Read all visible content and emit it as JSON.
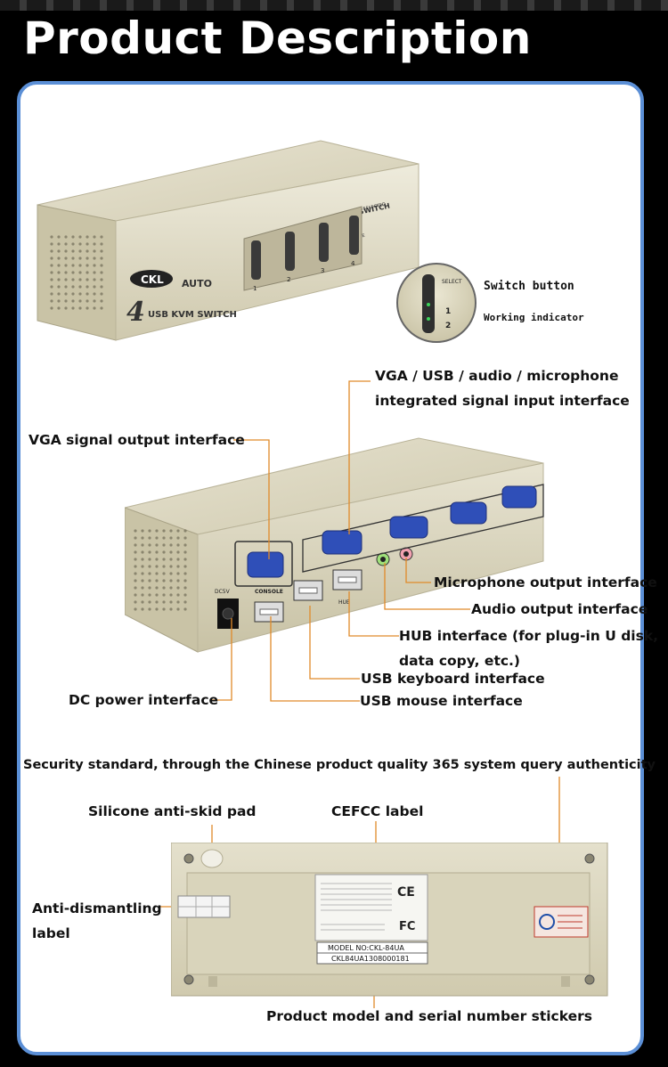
{
  "page": {
    "title": "Product Description"
  },
  "front_device": {
    "brand_logo": "CKL",
    "auto_label": "AUTO",
    "model_big_digit": "4",
    "model_text": "USB KVM SWITCH",
    "top_right_text": "USB KVM SWITCH",
    "selected_label": "SELECTED",
    "online_label": "ON LINE",
    "port_numbers": [
      "1",
      "2",
      "3",
      "4"
    ]
  },
  "zoom_callout": {
    "switch_button": "Switch button",
    "working_indicator": "Working indicator",
    "select_text": "SELECT",
    "num1": "1",
    "num2": "2"
  },
  "rear_labels": {
    "vga_input": "VGA / USB / audio / microphone",
    "vga_input_line2": "integrated signal input interface",
    "vga_output": "VGA signal output interface",
    "microphone": "Microphone output interface",
    "audio": "Audio output interface",
    "hub": "HUB interface (for plug-in U disk,",
    "hub_line2": "data copy, etc.)",
    "usb_keyboard": "USB keyboard interface",
    "dc_power": "DC power interface",
    "usb_mouse": "USB mouse interface",
    "console_label": "CONSOLE",
    "hub_port_label": "HUB",
    "dc_label": "DC5V"
  },
  "bottom_labels": {
    "security": "Security standard, through the Chinese product quality 365 system query authenticity",
    "silicone": "Silicone anti-skid pad",
    "cefcc": "CEFCC label",
    "anti_dismantle": "Anti-dismantling",
    "anti_dismantle_line2": "label",
    "sticker": "Product model and serial number stickers"
  },
  "sticker_card": {
    "model": "MODEL NO:CKL-84UA",
    "serial": "CKL84UA1308000181",
    "ce": "CE",
    "fc": "FC"
  },
  "colors": {
    "leader": "#e08a2a",
    "panel_border": "#5b8fd6",
    "device_body": "#d9d4bd",
    "vga_blue": "#2f4fb8"
  }
}
